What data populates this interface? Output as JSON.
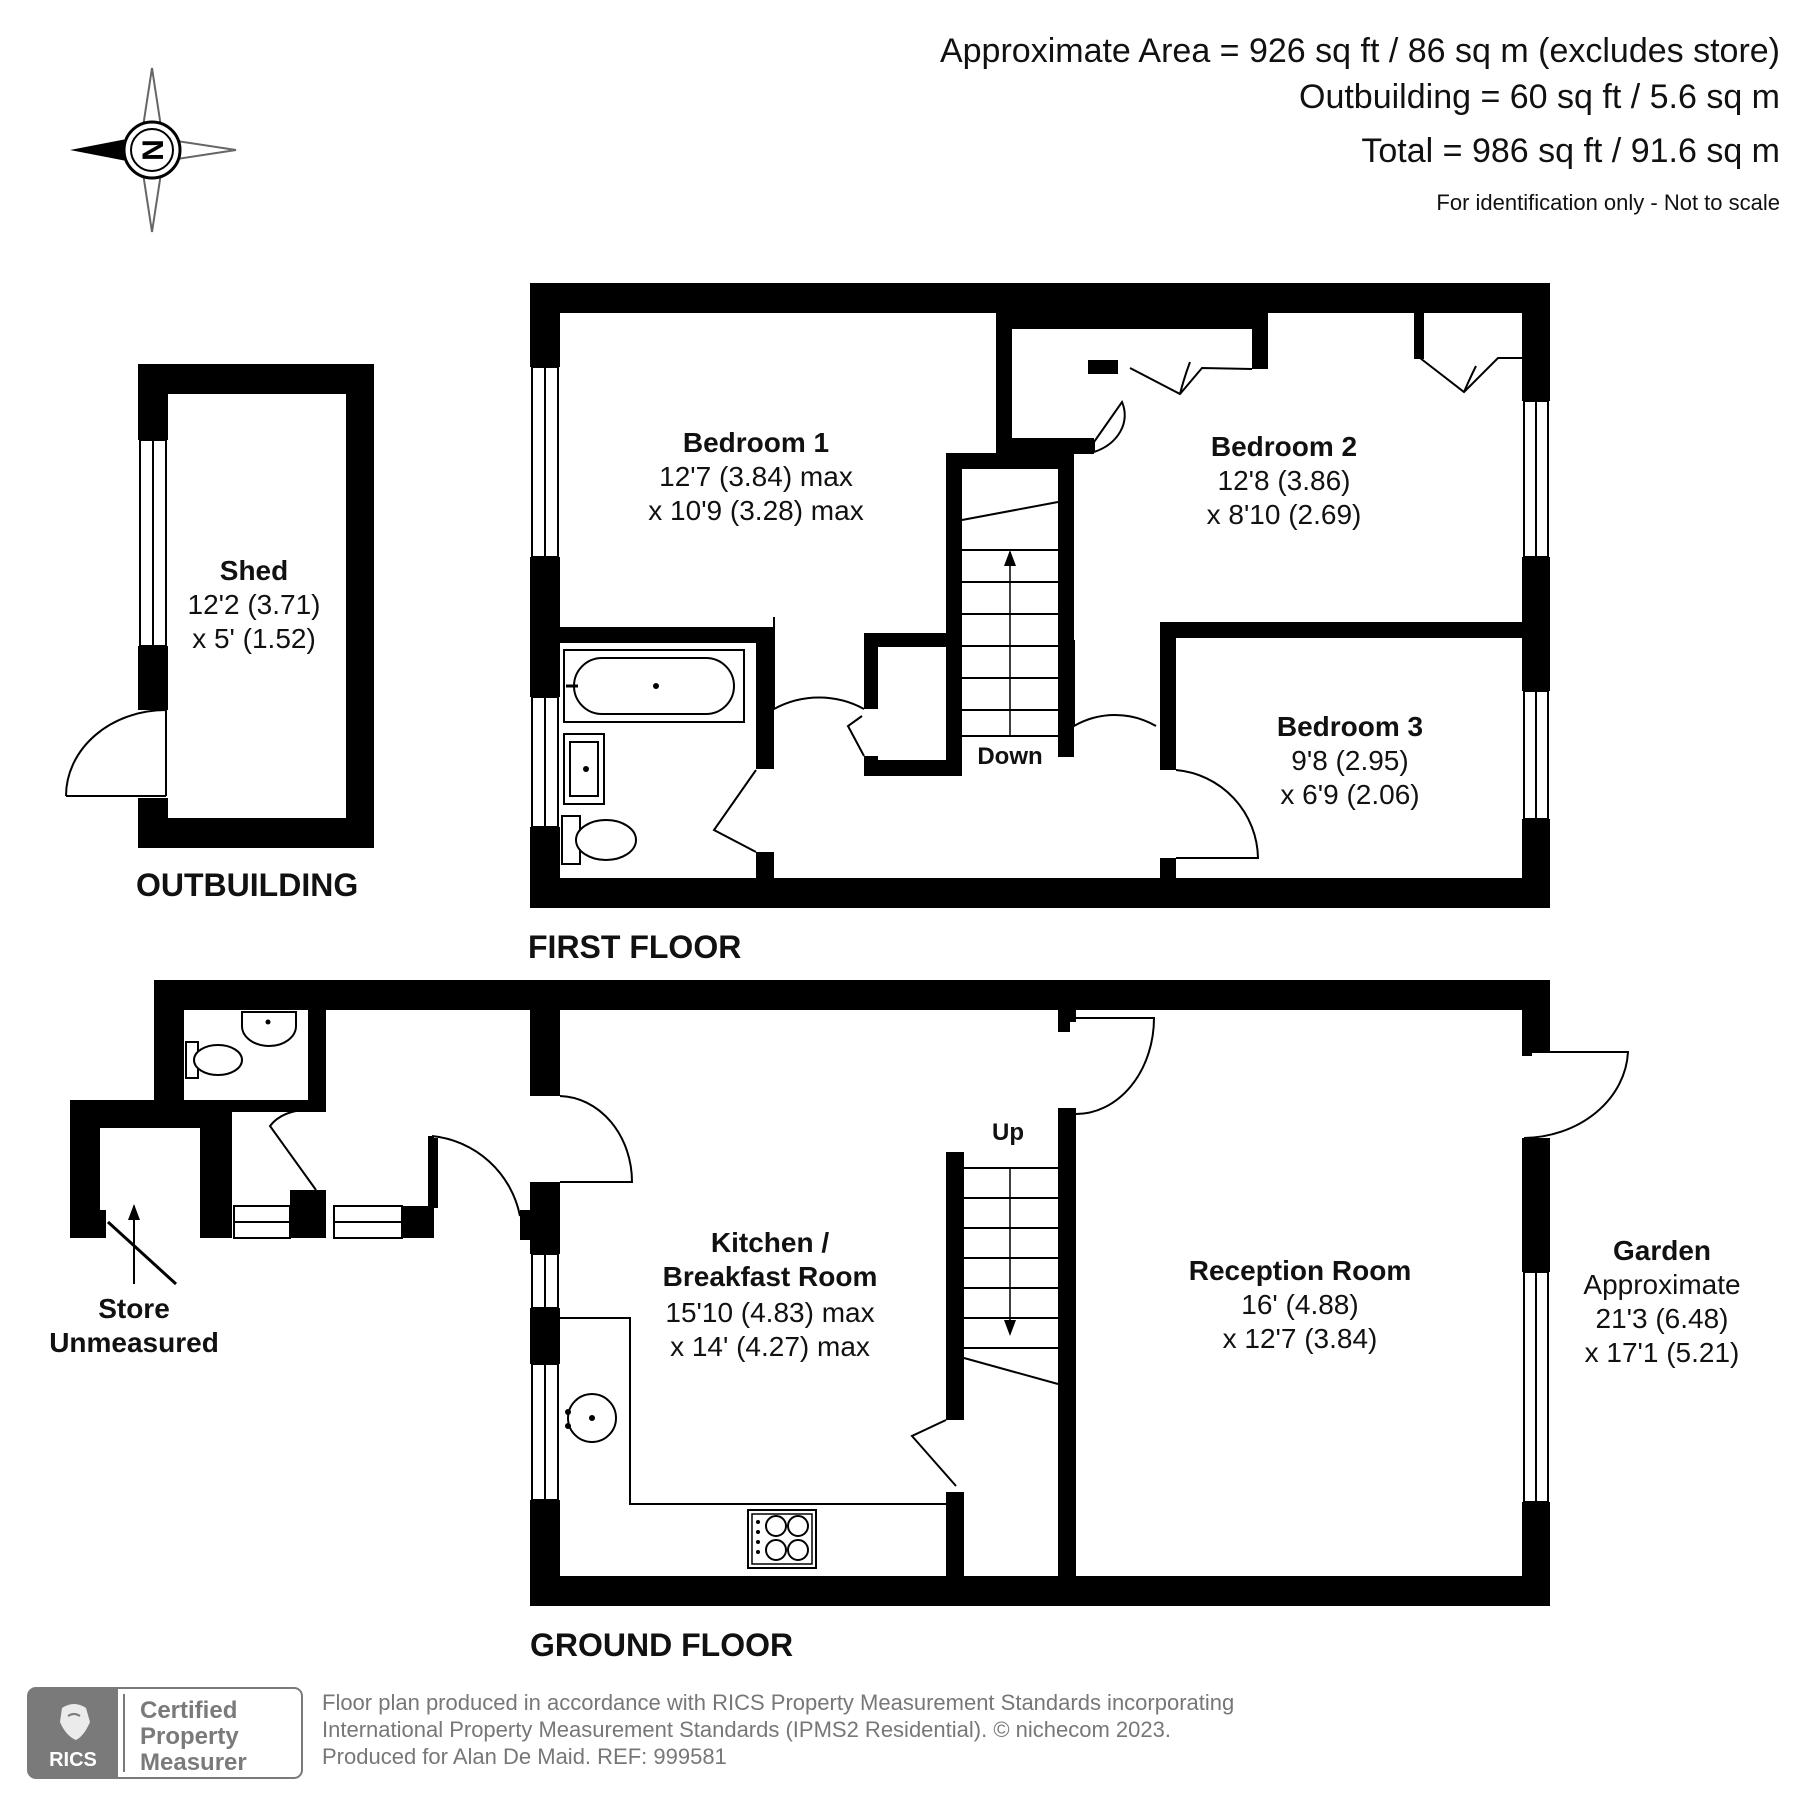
{
  "header": {
    "area_line_1": "Approximate Area = 926 sq ft / 86 sq m (excludes store)",
    "area_line_2": "Outbuilding = 60 sq ft / 5.6 sq m",
    "area_line_3": "Total = 986 sq ft / 91.6 sq m",
    "disclaimer": "For identification only - Not to scale"
  },
  "compass": {
    "letter": "N",
    "icon": "compass-rose-icon"
  },
  "floors": {
    "outbuilding": "OUTBUILDING",
    "first": "FIRST FLOOR",
    "ground": "GROUND FLOOR"
  },
  "rooms": {
    "shed": {
      "name": "Shed",
      "dim1": "12'2 (3.71)",
      "dim2": "x 5' (1.52)"
    },
    "bedroom1": {
      "name": "Bedroom 1",
      "dim1": "12'7 (3.84) max",
      "dim2": "x 10'9 (3.28) max"
    },
    "bedroom2": {
      "name": "Bedroom 2",
      "dim1": "12'8 (3.86)",
      "dim2": "x 8'10 (2.69)"
    },
    "bedroom3": {
      "name": "Bedroom 3",
      "dim1": "9'8 (2.95)",
      "dim2": "x 6'9 (2.06)"
    },
    "kitchen": {
      "name1": "Kitchen /",
      "name2": "Breakfast Room",
      "dim1": "15'10 (4.83) max",
      "dim2": "x 14' (4.27) max"
    },
    "reception": {
      "name": "Reception Room",
      "dim1": "16' (4.88)",
      "dim2": "x 12'7 (3.84)"
    },
    "garden": {
      "name": "Garden",
      "dim0": "Approximate",
      "dim1": "21'3 (6.48)",
      "dim2": "x 17'1 (5.21)"
    },
    "store": {
      "name": "Store",
      "note": "Unmeasured"
    }
  },
  "stairs": {
    "down": "Down",
    "up": "Up"
  },
  "footer": {
    "badge_brand": "RICS",
    "badge_line1": "Certified",
    "badge_line2": "Property",
    "badge_line3": "Measurer",
    "line1": "Floor plan produced in accordance with RICS Property Measurement Standards incorporating",
    "line2": "International Property Measurement Standards (IPMS2 Residential).   © nichecom 2023.",
    "line3": "Produced for Alan De Maid.   REF: 999581"
  },
  "colors": {
    "wall": "#000000",
    "footer_text": "#777777",
    "badge_gray": "#7a7a7a"
  }
}
